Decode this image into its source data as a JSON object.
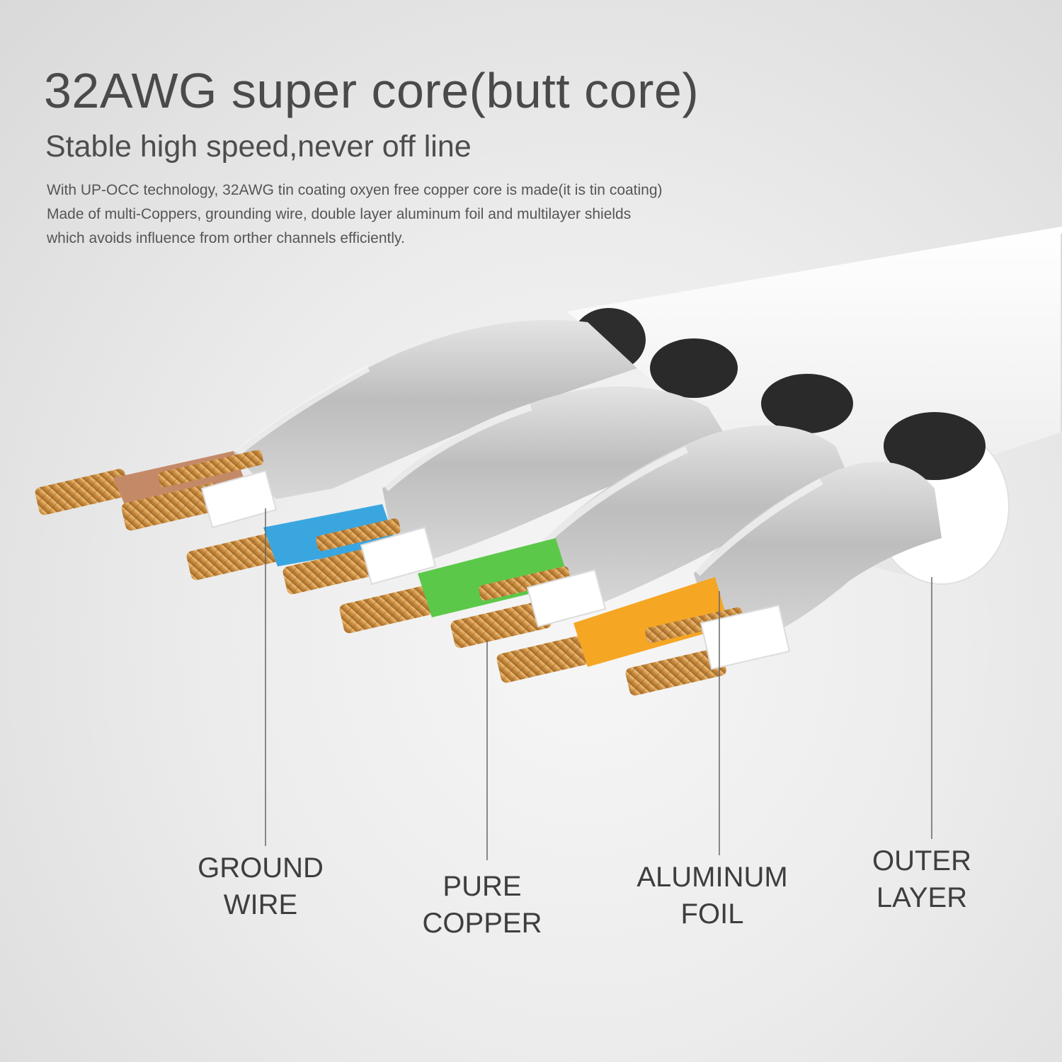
{
  "header": {
    "title": "32AWG super core(butt core)",
    "subtitle": "Stable high speed,never off line",
    "description": [
      "With UP-OCC technology, 32AWG tin coating oxyen free copper core is made(it is tin coating)",
      "Made of multi-Coppers, grounding wire, double layer aluminum foil and multilayer shields",
      "which avoids influence from orther channels efficiently."
    ]
  },
  "callouts": [
    {
      "line1": "GROUND",
      "line2": "WIRE"
    },
    {
      "line1": "PURE",
      "line2": "COPPER"
    },
    {
      "line1": "ALUMINUM",
      "line2": "FOIL"
    },
    {
      "line1": "OUTER",
      "line2": "LAYER"
    }
  ],
  "colors": {
    "background": "#ececec",
    "text": "#444444",
    "jacket": "#c9c9c9",
    "copper": "#d39a4e",
    "pair_colors": [
      "#c48a68",
      "#3aa6e0",
      "#5cc84a",
      "#f5a623"
    ],
    "pair_white": "#ffffff"
  }
}
